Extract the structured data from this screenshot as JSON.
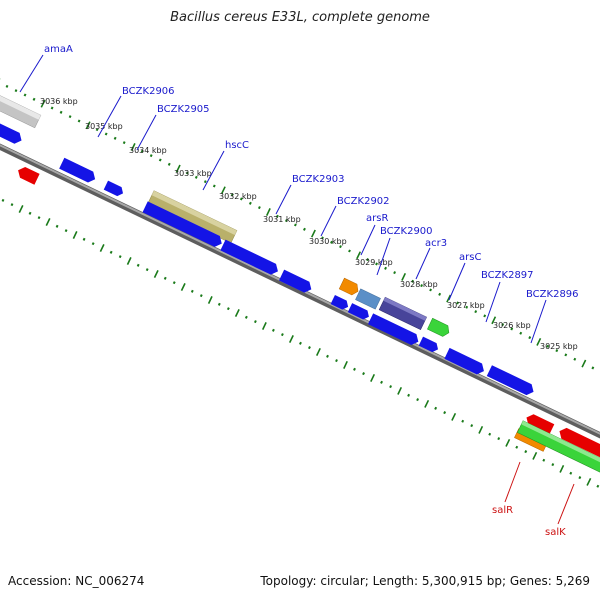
{
  "title": "Bacillus cereus E33L, complete genome",
  "footer": {
    "accession": "Accession: NC_006274",
    "topology": "Topology: circular; Length: 5,300,915 bp; Genes: 5,269"
  },
  "colors": {
    "background": "#ffffff",
    "backbone": "#808080",
    "tick": "#1a7a1a",
    "gene_label_forward": "#1a1acc",
    "gene_label_reverse": "#cc1111",
    "blue_gene": "#1414e6",
    "gray_gene": "#c4c4c4",
    "olive_gene": "#b9b06a",
    "orange_gene": "#f28a00",
    "steelblue_gene": "#5b8fc7",
    "slate_gene": "#48449a",
    "green_gene": "#3ad43a",
    "red_gene": "#e60000"
  },
  "kbp_labels": [
    "3036 kbp",
    "3035 kbp",
    "3034 kbp",
    "3033 kbp",
    "3032 kbp",
    "3031 kbp",
    "3030 kbp",
    "3029 kbp",
    "3028 kbp",
    "3027 kbp",
    "3026 kbp",
    "3025 kbp"
  ],
  "gene_labels": [
    {
      "name": "amaA",
      "strand": "forward"
    },
    {
      "name": "BCZK2906",
      "strand": "forward"
    },
    {
      "name": "BCZK2905",
      "strand": "forward"
    },
    {
      "name": "hscC",
      "strand": "forward"
    },
    {
      "name": "BCZK2903",
      "strand": "forward"
    },
    {
      "name": "BCZK2902",
      "strand": "forward"
    },
    {
      "name": "arsR",
      "strand": "forward"
    },
    {
      "name": "BCZK2900",
      "strand": "forward"
    },
    {
      "name": "acr3",
      "strand": "forward"
    },
    {
      "name": "arsC",
      "strand": "forward"
    },
    {
      "name": "BCZK2897",
      "strand": "forward"
    },
    {
      "name": "BCZK2896",
      "strand": "forward"
    },
    {
      "name": "salR",
      "strand": "reverse"
    },
    {
      "name": "salK",
      "strand": "reverse"
    }
  ],
  "gene_blocks": [
    {
      "id": "amaA-gene",
      "color": "gray_gene",
      "icon": "gene-bar"
    },
    {
      "id": "BCZK2906-gene",
      "color": "blue_gene",
      "icon": "gene-arrow"
    },
    {
      "id": "BCZK2905-gene",
      "color": "blue_gene",
      "icon": "gene-arrow"
    },
    {
      "id": "hscC-gene",
      "color": "olive_gene",
      "icon": "gene-bar"
    },
    {
      "id": "BCZK2903-gene",
      "color": "blue_gene",
      "icon": "gene-arrow"
    },
    {
      "id": "BCZK2902-gene",
      "color": "orange_gene",
      "icon": "gene-arrow"
    },
    {
      "id": "arsR-gene",
      "color": "steelblue_gene",
      "icon": "gene-bar"
    },
    {
      "id": "BCZK2900-gene",
      "color": "slate_gene",
      "icon": "gene-bar"
    },
    {
      "id": "acr3-gene",
      "color": "green_gene",
      "icon": "gene-arrow"
    },
    {
      "id": "arsC-gene",
      "color": "blue_gene",
      "icon": "gene-arrow"
    },
    {
      "id": "BCZK2897-gene",
      "color": "blue_gene",
      "icon": "gene-arrow"
    },
    {
      "id": "BCZK2896-gene",
      "color": "blue_gene",
      "icon": "gene-arrow"
    },
    {
      "id": "salR-gene",
      "color": "orange_gene",
      "icon": "gene-bar"
    },
    {
      "id": "salK-gene",
      "color": "green_gene",
      "icon": "gene-bar"
    }
  ]
}
